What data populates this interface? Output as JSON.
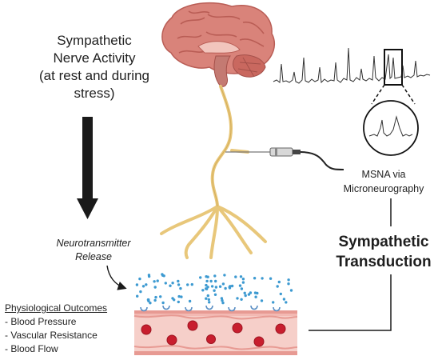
{
  "nerve_activity_lines": [
    "Sympathetic",
    "Nerve Activity",
    "(at rest and during",
    "stress)"
  ],
  "release_lines": [
    "Neurotransmitter",
    "Release"
  ],
  "msna_lines": [
    "MSNA via",
    "Microneurography"
  ],
  "transduction_lines": [
    "Sympathetic",
    "Transduction"
  ],
  "outcomes": {
    "heading": "Physiological Outcomes",
    "items": [
      "- Blood Pressure",
      "- Vascular Resistance",
      "- Blood Flow"
    ]
  },
  "colors": {
    "brain": "#d9837a",
    "brain_dark": "#b95d55",
    "nerve": "#e8c77a",
    "vessel_wall": "#e79a93",
    "vessel_lumen": "#f6cfc9",
    "red_cell": "#c81e2e",
    "dots": "#3d9ad1",
    "receptor": "#5b8fc4",
    "arrow": "#1a1a1a"
  }
}
